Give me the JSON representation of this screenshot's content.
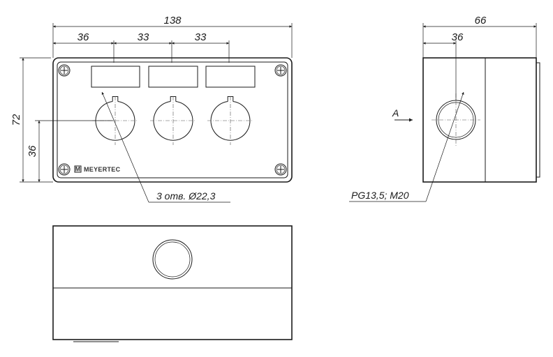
{
  "dimensions": {
    "overall_width": "138",
    "offset_first": "36",
    "pitch_second": "33",
    "pitch_third": "33",
    "overall_height": "72",
    "hole_height": "36",
    "side_depth": "66",
    "side_hole_offset": "36"
  },
  "notes": {
    "holes": "3 отв. Ø22,3",
    "cable_entry": "PG13,5; M20",
    "view_marker": "A"
  },
  "brand": {
    "name": "MEYERTEC",
    "logo_letter": "M"
  }
}
